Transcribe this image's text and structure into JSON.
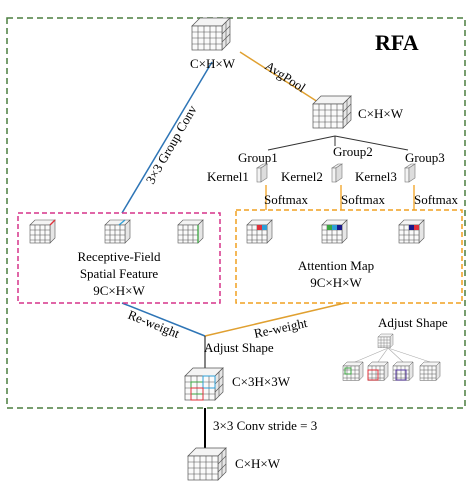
{
  "title": "RFA",
  "input_shape": "C×H×W",
  "edge_avgpool": "AvgPool",
  "pooled_shape": "C×H×W",
  "edge_group_conv": "3×3 Group Conv",
  "groups": [
    "Group1",
    "Group2",
    "Group3"
  ],
  "kernels": [
    "Kernel1",
    "Kernel2",
    "Kernel3"
  ],
  "softmax": [
    "Softmax",
    "Softmax",
    "Softmax"
  ],
  "rf_box": {
    "label_line1": "Receptive-Field",
    "label_line2": "Spatial Feature",
    "shape": "9C×H×W"
  },
  "attn_box": {
    "label_line1": "Attention Map",
    "shape": "9C×H×W"
  },
  "reweight_left": "Re-weight",
  "reweight_right": "Re-weight",
  "adjust_shape_center": "Adjust Shape",
  "adjust_shape_legend": "Adjust Shape",
  "adjusted_shape": "C×3H×3W",
  "conv_label": "3×3 Conv stride = 3",
  "output_shape": "C×H×W",
  "colors": {
    "outer_border": "#4a7f3f",
    "rf_border": "#d6338a",
    "attn_border": "#f0a020",
    "group_conv_line": "#2e75b6",
    "avgpool_line": "#e0a030",
    "reweight_line": "#2e75b6"
  }
}
